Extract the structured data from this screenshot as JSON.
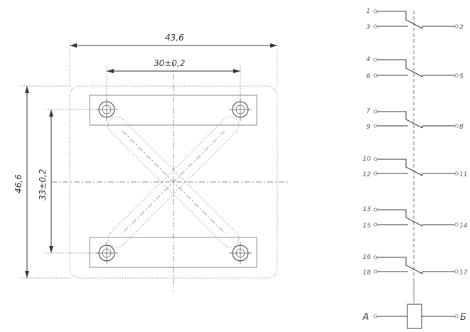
{
  "drawing": {
    "dimensions": {
      "overall_width": "43,6",
      "hole_spacing_x": "30±0,2",
      "overall_height": "46,6",
      "hole_spacing_y": "33±0,2"
    }
  },
  "schematic": {
    "contacts": [
      {
        "top": "1",
        "bottom": "3",
        "right": "2"
      },
      {
        "top": "4",
        "bottom": "6",
        "right": "5"
      },
      {
        "top": "7",
        "bottom": "9",
        "right": "8"
      },
      {
        "top": "10",
        "bottom": "12",
        "right": "11"
      },
      {
        "top": "13",
        "bottom": "15",
        "right": "14"
      },
      {
        "top": "16",
        "bottom": "18",
        "right": "17"
      }
    ],
    "coil": {
      "left": "A",
      "right": "Б"
    }
  }
}
